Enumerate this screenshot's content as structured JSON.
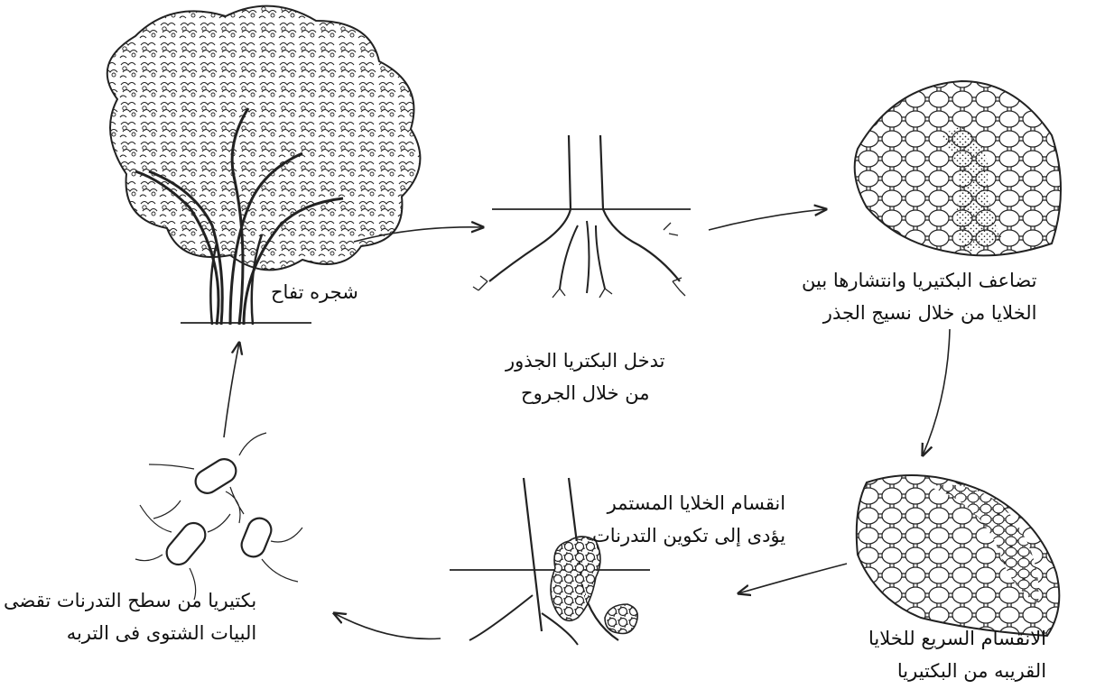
{
  "stages": [
    {
      "id": "tree",
      "lines": [
        "شجره تفاح"
      ]
    },
    {
      "id": "entry",
      "lines": [
        "تدخل البكتريا الجذور",
        "من خلال الجروح"
      ]
    },
    {
      "id": "multiply",
      "lines": [
        "تضاعف البكتيريا وانتشارها بين",
        "الخلايا من خلال نسيج الجذر"
      ]
    },
    {
      "id": "division",
      "lines": [
        "الانقسام السريع للخلايا",
        "القريبه من البكتيريا"
      ]
    },
    {
      "id": "gall",
      "lines": [
        "انقسام الخلايا المستمر",
        "يؤدى إلى تكوين التدرنات"
      ]
    },
    {
      "id": "winter",
      "lines": [
        "بكتيريا من سطح التدرنات تقضى",
        "البيات الشتوى فى التربه"
      ]
    }
  ]
}
